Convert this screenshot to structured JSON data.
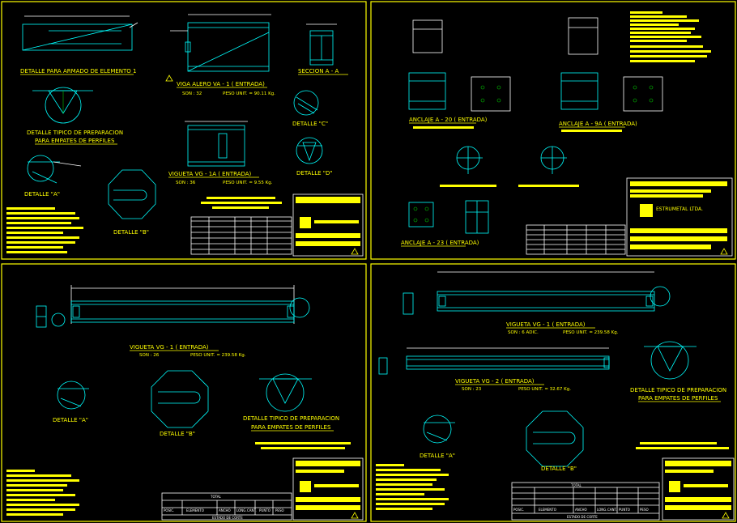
{
  "sheets": {
    "tl": {
      "elem1_title": "DETALLE PARA ARMADO DE ELEMENTO 1",
      "beam_title": "VIGA ALERO VA - 1 ( ENTRADA)",
      "beam_son": "SON : 32",
      "beam_peso": "PESO UNIT. = 90.11 Kg.",
      "section_title": "SECCION A - A",
      "prep_title_1": "DETALLE TIPICO DE PREPARACION",
      "prep_title_2": "PARA EMPATES DE PERFILES",
      "det_c": "DETALLE \"C\"",
      "det_d": "DETALLE \"D\"",
      "vig_title": "VIGUETA VG - 1A ( ENTRADA)",
      "vig_son": "SON : 36",
      "vig_peso": "PESO UNIT. = 9.55 Kg.",
      "det_a": "DETALLE \"A\"",
      "det_b": "DETALLE \"B\""
    },
    "tr": {
      "anclaje_20": "ANCLAJE A - 20 ( ENTRADA)",
      "anclaje_9a": "ANCLAJE A - 9A ( ENTRADA)",
      "anclaje_23": "ANCLAJE A - 23 ( ENTRADA)",
      "company": "ESTRUMETAL LTDA."
    },
    "bl": {
      "vig_title": "VIGUETA VG - 1 ( ENTRADA)",
      "vig_son": "SON : 26",
      "vig_peso": "PESO UNIT. = 239.58 Kg.",
      "det_a": "DETALLE \"A\"",
      "det_b": "DETALLE \"B\"",
      "prep_title_1": "DETALLE TIPICO DE PREPARACION",
      "prep_title_2": "PARA EMPATES DE PERFILES",
      "table_total": "TOTAL",
      "cols": [
        "POSIC.",
        "ELEMENTO",
        "ANCHO",
        "LONG.",
        "CANT.",
        "PUNTO",
        "PESO"
      ],
      "footer": "ESTADO DE CORTE"
    },
    "br": {
      "vig1_title": "VIGUETA VG - 1 ( ENTRADA)",
      "vig1_son": "SON : 6 ADIC.",
      "vig1_peso": "PESO UNIT. = 239.58 Kg.",
      "vig2_title": "VIGUETA VG - 2 ( ENTRADA)",
      "vig2_son": "SON : 23",
      "vig2_peso": "PESO UNIT. = 32.67 Kg.",
      "prep_title_1": "DETALLE TIPICO DE PREPARACION",
      "prep_title_2": "PARA EMPATES DE PERFILES",
      "det_a": "DETALLE \"A\"",
      "det_b": "DETALLE \"B\"",
      "table_total": "TOTAL",
      "cols": [
        "POSIC.",
        "ELEMENTO",
        "ANCHO",
        "LONG.",
        "CANT.",
        "PUNTO",
        "PESO"
      ],
      "footer": "ESTADO DE CORTE"
    }
  },
  "colors": {
    "frame": "#ffff00",
    "geometry": "#00ffff",
    "dimension": "#ffffff",
    "background": "#000000"
  }
}
